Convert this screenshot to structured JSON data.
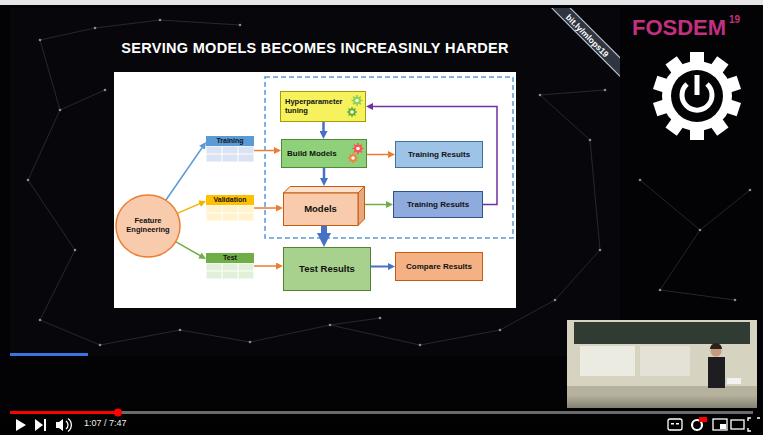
{
  "diagram": {
    "title": "SERVING MODELS BECOMES INCREASINLY HARDER",
    "nodes": [
      {
        "text": [
          "Feature Engineering"
        ]
      },
      {
        "text": [
          "Training"
        ]
      },
      {
        "text": [
          "Validation"
        ]
      },
      {
        "text": [
          "Test"
        ]
      },
      {
        "text": [
          "Hyperparameter tuning"
        ]
      },
      {
        "text": [
          "Build Models"
        ]
      },
      {
        "text": [
          "Training Results"
        ]
      },
      {
        "text": [
          "Models"
        ]
      },
      {
        "text": [
          "Training Results"
        ]
      },
      {
        "text": [
          "Test Results"
        ]
      },
      {
        "text": [
          "Compare Results"
        ]
      }
    ],
    "edges": [
      {
        "from": 0,
        "to": 1,
        "arrow": "to"
      },
      {
        "from": 0,
        "to": 2,
        "arrow": "to"
      },
      {
        "from": 0,
        "to": 3,
        "arrow": "to"
      },
      {
        "from": 1,
        "to": 5,
        "arrow": "to"
      },
      {
        "from": 2,
        "to": 7,
        "arrow": "to"
      },
      {
        "from": 3,
        "to": 9,
        "arrow": "to"
      },
      {
        "from": 4,
        "to": 5,
        "arrow": "to"
      },
      {
        "from": 5,
        "to": 6,
        "arrow": "to"
      },
      {
        "from": 5,
        "to": 7,
        "arrow": "to"
      },
      {
        "from": 7,
        "to": 8,
        "arrow": "to"
      },
      {
        "from": 8,
        "to": 4,
        "arrow": "to"
      },
      {
        "from": 7,
        "to": 9,
        "arrow": "to"
      },
      {
        "from": 9,
        "to": 10,
        "arrow": "to"
      }
    ],
    "labels": [
      "bit.ly/mlops19",
      "FOSDEM",
      "19",
      "1:07 / 7:47"
    ]
  }
}
